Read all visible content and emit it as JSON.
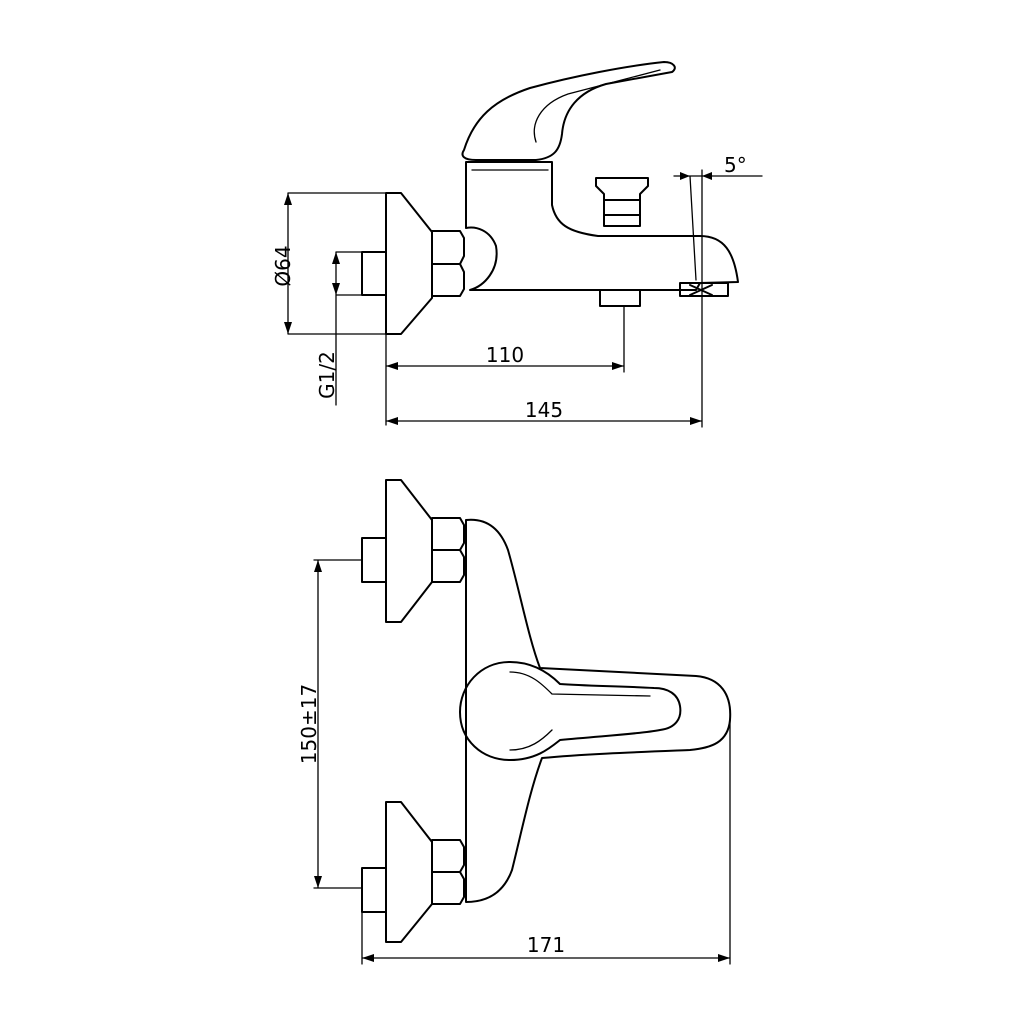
{
  "drawing": {
    "side_view": {
      "diameter_label": "Ø64",
      "thread_label": "G1/2",
      "length_110_label": "110",
      "length_145_label": "145",
      "angle_label": "5°"
    },
    "top_view": {
      "spacing_label": "150±17",
      "width_label": "171"
    }
  }
}
